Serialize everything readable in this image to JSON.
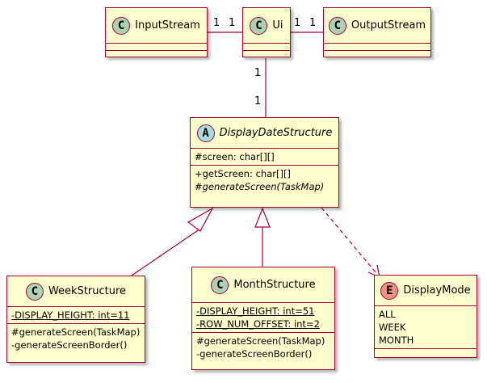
{
  "classes": {
    "input_stream": {
      "stereotype": "C",
      "name": "InputStream"
    },
    "ui": {
      "stereotype": "C",
      "name": "Ui"
    },
    "output_stream": {
      "stereotype": "C",
      "name": "OutputStream"
    },
    "display_date_structure": {
      "stereotype": "A",
      "name": "DisplayDateStructure",
      "fields": [
        "#screen: char[][]"
      ],
      "methods": [
        "+getScreen: char[][]",
        "#generateScreen(TaskMap)"
      ]
    },
    "week_structure": {
      "stereotype": "C",
      "name": "WeekStructure",
      "fields": [
        "-DISPLAY_HEIGHT: int=11"
      ],
      "methods": [
        "#generateScreen(TaskMap)",
        "-generateScreenBorder()"
      ]
    },
    "month_structure": {
      "stereotype": "C",
      "name": "MonthStructure",
      "fields": [
        "-DISPLAY_HEIGHT: int=51",
        "-ROW_NUM_OFFSET: int=2"
      ],
      "methods": [
        "#generateScreen(TaskMap)",
        "-generateScreenBorder()"
      ]
    },
    "display_mode": {
      "stereotype": "E",
      "name": "DisplayMode",
      "values": [
        "ALL",
        "WEEK",
        "MONTH"
      ]
    }
  },
  "multiplicities": {
    "input_ui_left": "1",
    "input_ui_right": "1",
    "ui_output_left": "1",
    "ui_output_right": "1",
    "ui_dds_top": "1",
    "ui_dds_bottom": "1"
  },
  "colors": {
    "class_fill": "#fefece",
    "border": "#a80036",
    "class_circle": "#add1b2",
    "abstract_circle": "#a9dcdf",
    "enum_circle": "#eb937f"
  }
}
